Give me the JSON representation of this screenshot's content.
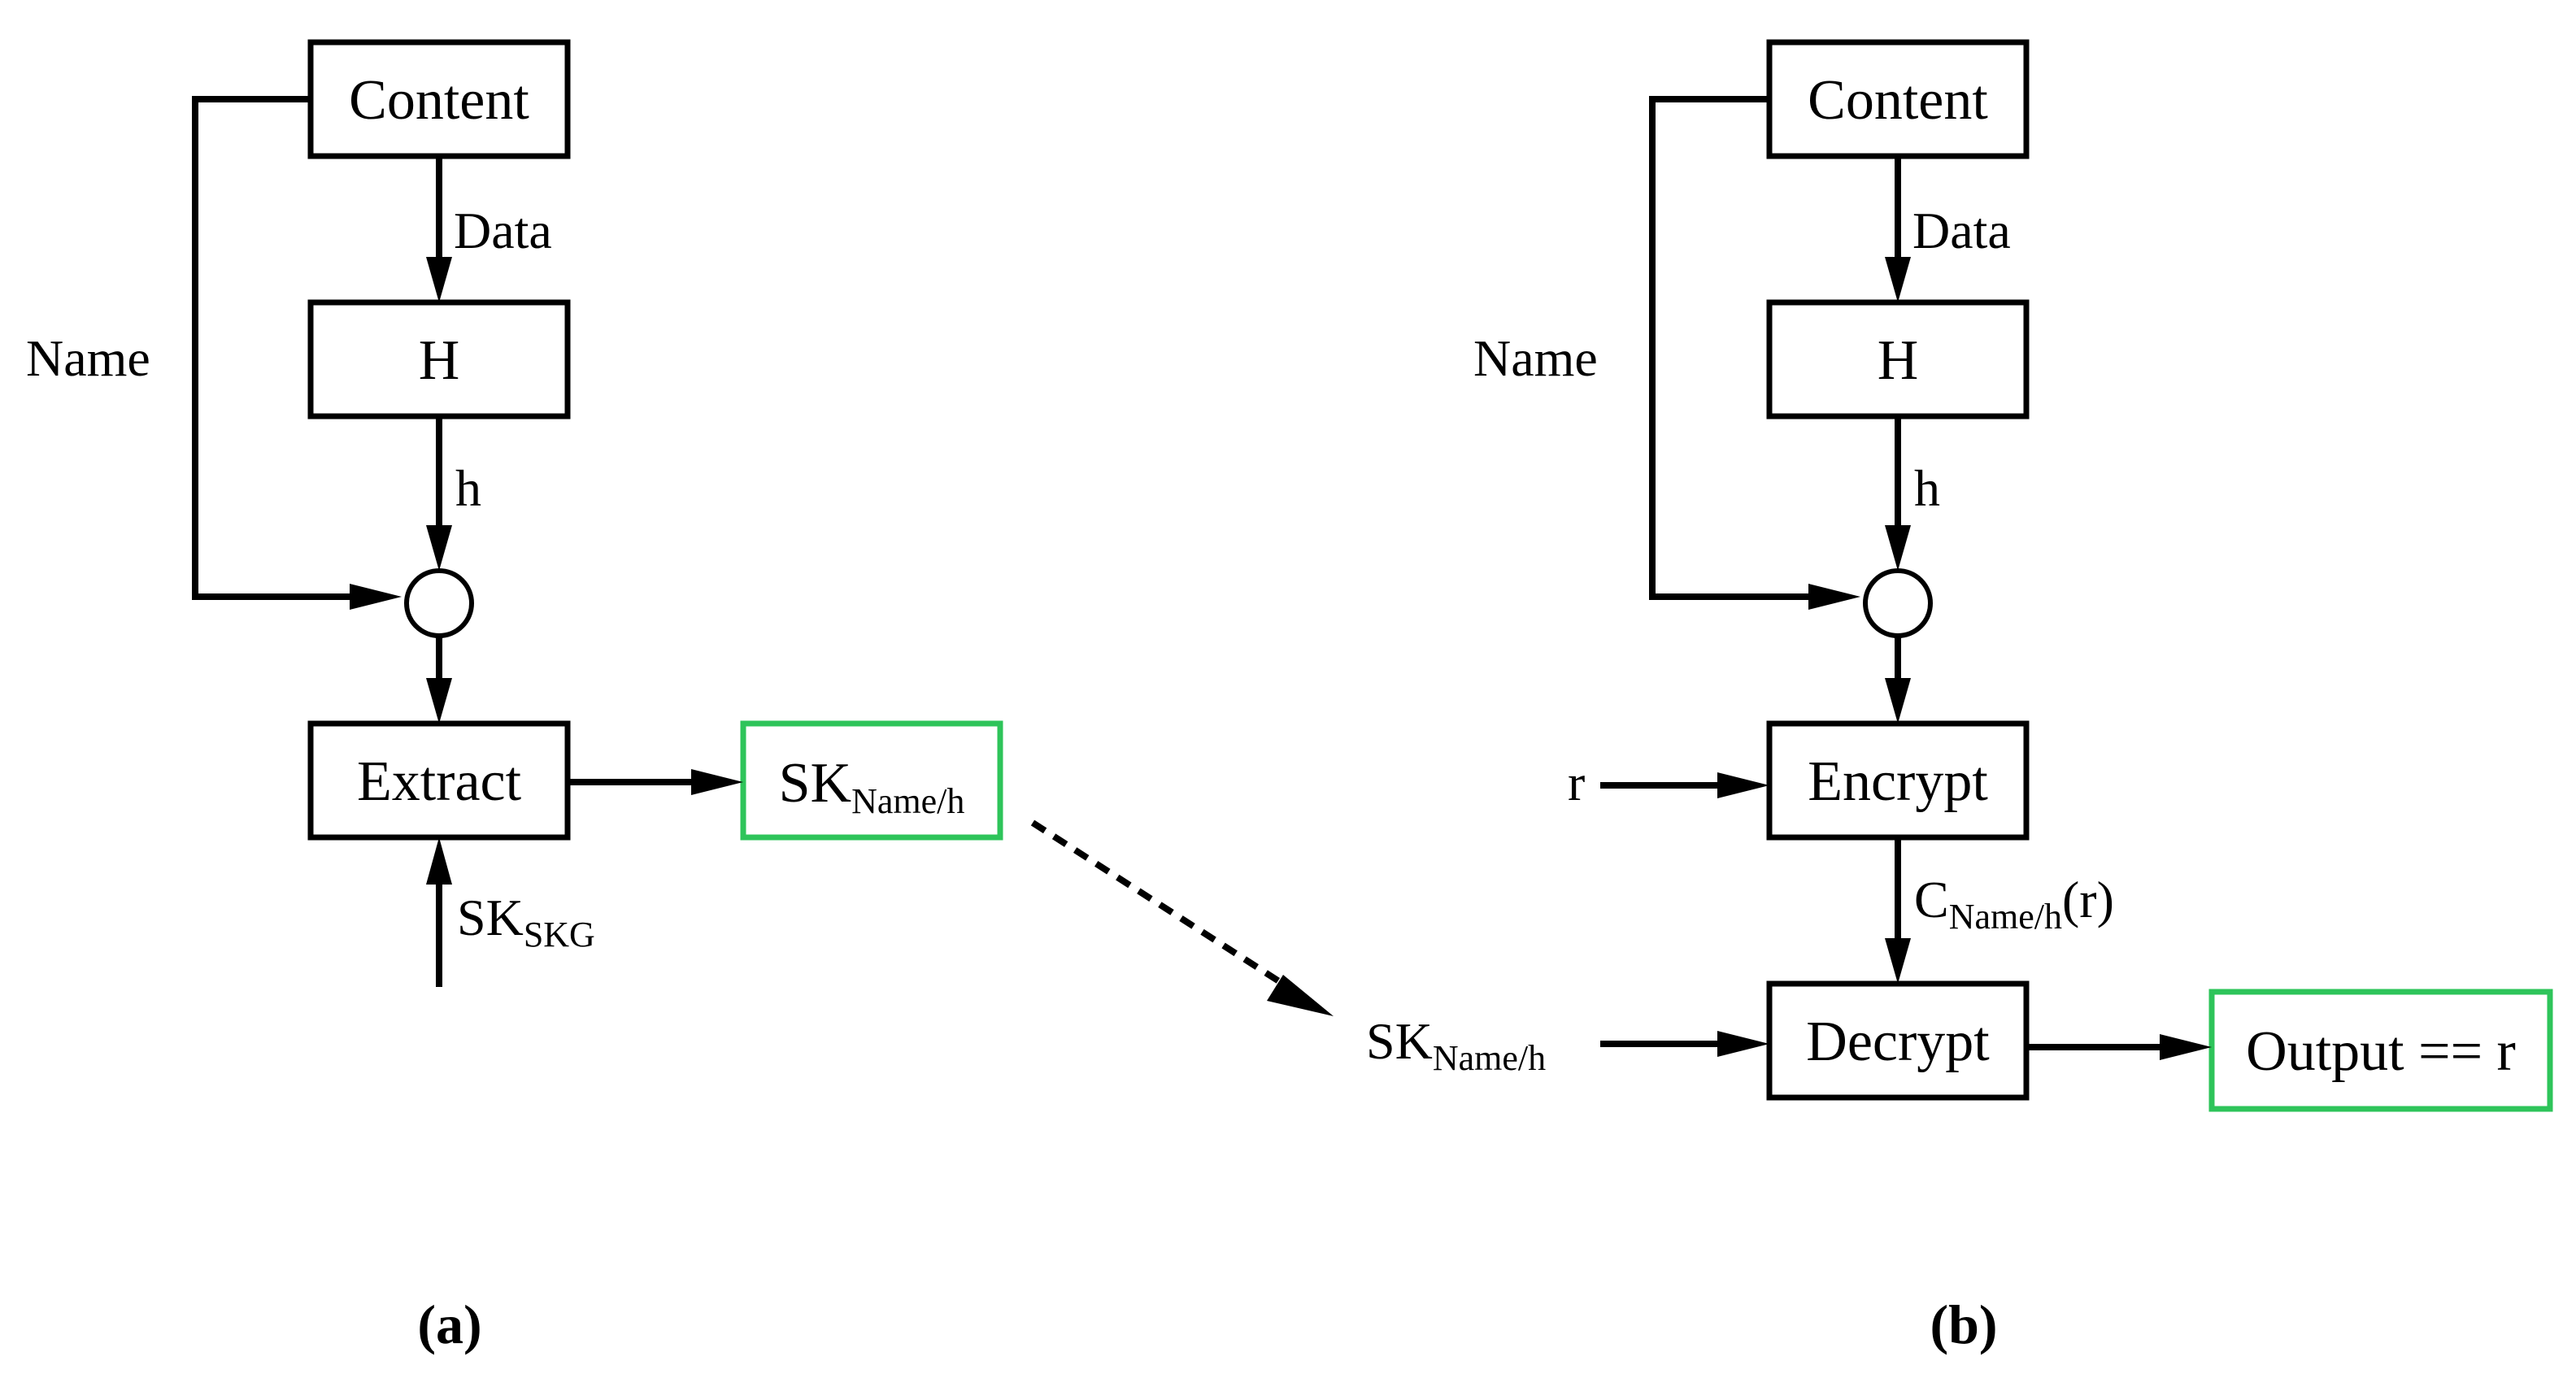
{
  "panel_a": {
    "content": "Content",
    "hash": "H",
    "extract": "Extract",
    "data_label": "Data",
    "h_label": "h",
    "name_label": "Name",
    "skg_main": "SK",
    "skg_sub": "SKG",
    "key_main": "SK",
    "key_sub": "Name/h",
    "caption": "(a)"
  },
  "panel_b": {
    "content": "Content",
    "hash": "H",
    "encrypt": "Encrypt",
    "decrypt": "Decrypt",
    "data_label": "Data",
    "h_label": "h",
    "name_label": "Name",
    "r_label": "r",
    "cipher_main": "C",
    "cipher_sub": "Name/h",
    "cipher_tail": "(r)",
    "key_main": "SK",
    "key_sub": "Name/h",
    "output": "Output == r",
    "caption": "(b)"
  },
  "colors": {
    "highlight_border": "#2ec45a",
    "line": "#000000"
  }
}
